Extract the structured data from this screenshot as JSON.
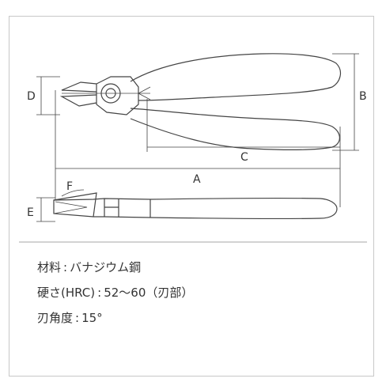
{
  "dimensions": {
    "A": "A",
    "B": "B",
    "C": "C",
    "D": "D",
    "E": "E",
    "F": "F"
  },
  "specs": [
    {
      "label": "材料",
      "sep": ":",
      "value": "バナジウム鋼"
    },
    {
      "label": "硬さ(HRC)",
      "sep": ":",
      "value": "52～60（刃部）"
    },
    {
      "label": "刃角度",
      "sep": ":",
      "value": "15°"
    }
  ],
  "colors": {
    "line": "#444444",
    "frame_border": "#c8c8c8",
    "text": "#333333"
  }
}
